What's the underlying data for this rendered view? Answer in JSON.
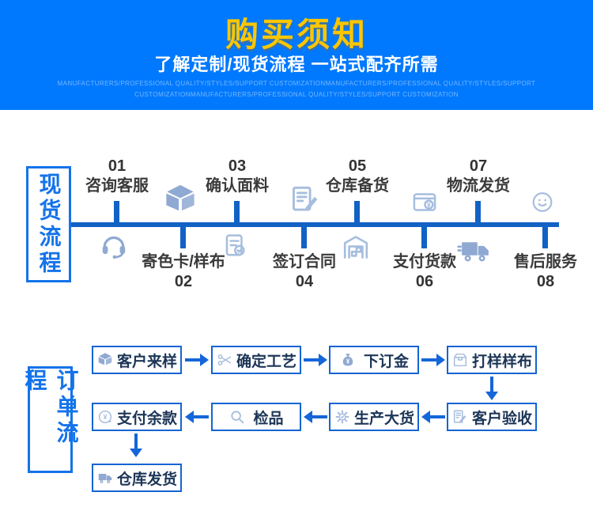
{
  "currency_symbol": "¥",
  "header": {
    "title": "购买须知",
    "subtitle": "了解定制/现货流程 一站式配齐所需",
    "tagline_line1": "MANUFACTURERS/PROFESSIONAL QUALITY/STYLES/SUPPORT CUSTOMIZATIONMANUFACTURERS/PROFESSIONAL QUALITY/STYLES/SUPPORT",
    "tagline_line2": "CUSTOMIZATIONMANUFACTURERS/PROFESSIONAL QUALITY/STYLES/SUPPORT CUSTOMIZATION"
  },
  "colors": {
    "header_background": "#0179FE",
    "title_yellow": "#FBC600",
    "section_label_blue": "#1473EA",
    "timeline_blue": "#1162C4",
    "box_border_blue": "#1565D2",
    "arrow_blue": "#1566D8",
    "icon_light_blue": "#A6BDDE",
    "step_text": "#333333"
  },
  "stock_flow": {
    "label": "现货流程",
    "steps": [
      {
        "number": "01",
        "label": "咨询客服",
        "icon": "headset-icon"
      },
      {
        "number": "02",
        "label": "寄色卡/样布",
        "icon": "open-box-icon"
      },
      {
        "number": "03",
        "label": "确认面料",
        "icon": "checklist-icon"
      },
      {
        "number": "04",
        "label": "签订合同",
        "icon": "contract-pen-icon"
      },
      {
        "number": "05",
        "label": "仓库备货",
        "icon": "warehouse-icon"
      },
      {
        "number": "06",
        "label": "支付货款",
        "icon": "payment-card-icon"
      },
      {
        "number": "07",
        "label": "物流发货",
        "icon": "delivery-truck-icon"
      },
      {
        "number": "08",
        "label": "售后服务",
        "icon": "smiley-icon"
      }
    ]
  },
  "order_flow": {
    "label": "订单流程",
    "steps": [
      {
        "label": "客户来样",
        "icon": "box-icon"
      },
      {
        "label": "确定工艺",
        "icon": "scissors-icon"
      },
      {
        "label": "下订金",
        "icon": "moneybag-icon"
      },
      {
        "label": "打样样布",
        "icon": "fabric-sample-icon"
      },
      {
        "label": "客户验收",
        "icon": "inspect-doc-icon"
      },
      {
        "label": "生产大货",
        "icon": "gear-icon"
      },
      {
        "label": "检品",
        "icon": "magnifier-icon"
      },
      {
        "label": "支付余款",
        "icon": "yen-circle-icon"
      },
      {
        "label": "仓库发货",
        "icon": "truck-icon"
      }
    ]
  }
}
